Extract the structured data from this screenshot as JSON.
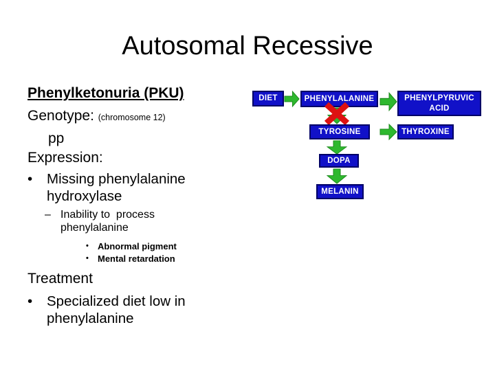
{
  "slide": {
    "title": "Autosomal Recessive",
    "left_column": {
      "heading": "Phenylketonuria (PKU)",
      "genotype_label": "Genotype:",
      "genotype_note": "(chromosome 12)",
      "genotype_value": "pp",
      "expression_label": "Expression:",
      "bullet1": {
        "marker": "•",
        "line1": "Missing phenylalanine",
        "line2": "hydroxylase"
      },
      "sub_bullet": {
        "marker": "–",
        "line1": "Inability to  process",
        "line2": "phenylalanine"
      },
      "sub_sub_bullets": [
        {
          "marker": "•",
          "label": "Abnormal pigment"
        },
        {
          "marker": "•",
          "label": "Mental retardation"
        }
      ],
      "treatment_label": "Treatment",
      "bullet2": {
        "marker": "•",
        "line1": "Specialized diet low in",
        "line2": "phenylalanine"
      }
    },
    "diagram": {
      "boxes": [
        {
          "id": "diet",
          "label": "DIET"
        },
        {
          "id": "phenylalanine",
          "label": "PHENYLALANINE"
        },
        {
          "id": "phenylpyruvic-acid",
          "label": "PHENYLPYRUVIC ACID"
        },
        {
          "id": "tyrosine",
          "label": "TYROSINE"
        },
        {
          "id": "thyroxine",
          "label": "THYROXINE"
        },
        {
          "id": "dopa",
          "label": "DOPA"
        },
        {
          "id": "melanin",
          "label": "MELANIN"
        }
      ],
      "colors": {
        "box_fill": "#1111C8",
        "box_border": "#000066",
        "box_text": "#FFFFFF",
        "arrow_green": "#2EB82E",
        "arrow_outline": "#1C8A1C",
        "blocked_x_red": "#DD1111"
      }
    }
  }
}
